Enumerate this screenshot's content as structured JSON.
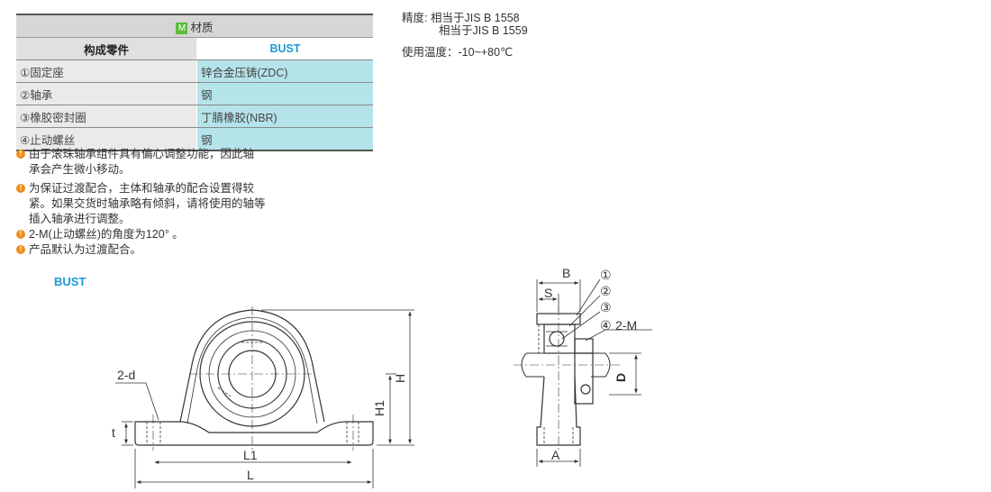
{
  "material_table": {
    "badge": "M",
    "title": "材质",
    "col_header_part": "构成零件",
    "col_header_model": "BUST",
    "rows": [
      {
        "part": "①固定座",
        "material": "锌合金压铸(ZDC)"
      },
      {
        "part": "②轴承",
        "material": "钢"
      },
      {
        "part": "③橡胶密封圈",
        "material": "丁腈橡胶(NBR)"
      },
      {
        "part": "④止动螺丝",
        "material": "钢"
      }
    ]
  },
  "notes": {
    "icon": "!",
    "n1_line1": "由于滚珠轴承组件具有偏心调整功能，因此轴",
    "n1_line2": "承会产生微小移动。",
    "n2_line1": "为保证过渡配合，主体和轴承的配合设置得较",
    "n2_line2": "紧。如果交货时轴承略有倾斜，请将使用的轴等",
    "n2_line3": "插入轴承进行调整。",
    "n3": "2-M(止动螺丝)的角度为120° 。",
    "n4": "产品默认为过渡配合。"
  },
  "spec": {
    "accuracy_label": "精度:",
    "accuracy_1": "相当于JIS B 1558",
    "accuracy_2": "相当于JIS B 1559",
    "temperature": "使用温度：-10~+80℃"
  },
  "drawing": {
    "model_label": "BUST",
    "front": {
      "d_label": "2-d",
      "t_label": "t",
      "h1_label": "H1",
      "h_label": "H",
      "l1_label": "L1",
      "l_label": "L"
    },
    "side": {
      "b_label": "B",
      "s_label": "S",
      "a_label": "A",
      "d_label": "D",
      "m_label": "2-M",
      "callout_1": "①",
      "callout_2": "②",
      "callout_3": "③",
      "callout_4": "④"
    },
    "colors": {
      "accent": "#1a9ad6",
      "line": "#333333"
    }
  }
}
